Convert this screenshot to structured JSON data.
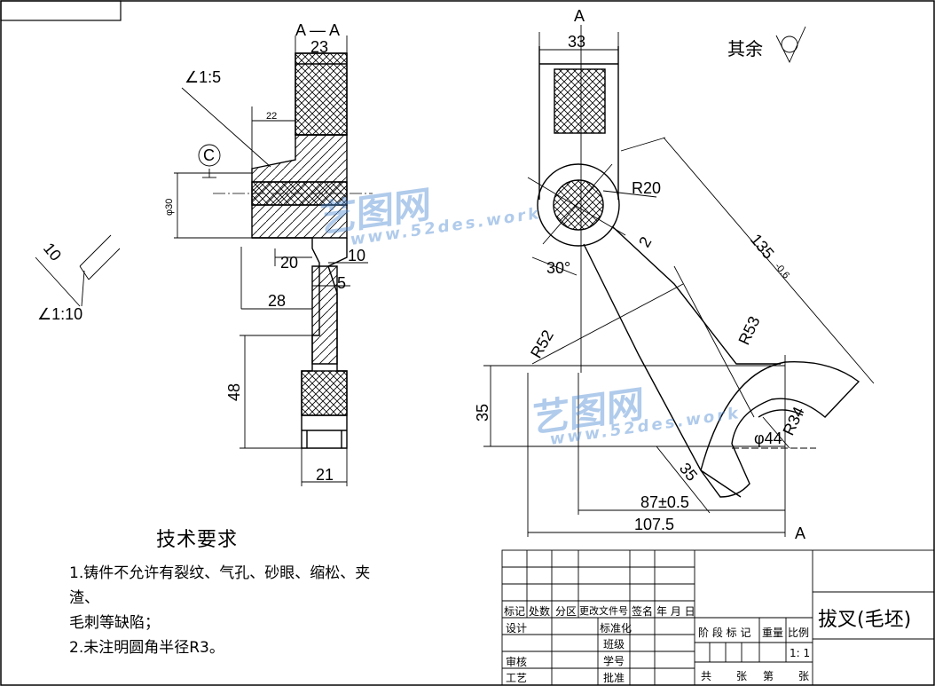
{
  "drawing": {
    "section_label": "A — A",
    "section_mark": "A",
    "section_mark_bottom": "A",
    "surface_note": "其余",
    "datum_label": "C",
    "dims_left": {
      "width_top": "23",
      "taper_top": "∠1:5",
      "len_22": "22",
      "dia_30": "φ30",
      "len_20": "20",
      "len_10": "10",
      "len_5": "5",
      "len_28": "28",
      "len_48": "48",
      "width_bottom": "21",
      "taper_small": "10",
      "taper_bottom": "∠1:10"
    },
    "dims_right": {
      "width_top": "33",
      "r20": "R20",
      "two": "2",
      "angle": "30°",
      "len_135": "135",
      "tol_135": "-0.6",
      "r53": "R53",
      "r52": "R52",
      "h35": "35",
      "r34": "R34",
      "d44": "φ44",
      "w35": "35",
      "len_87": "87±0.5",
      "len_107": "107.5"
    }
  },
  "notes": {
    "title": "技术要求",
    "lines": [
      "1.铸件不允许有裂纹、气孔、砂眼、缩松、夹",
      "渣、",
      "毛刺等缺陷；",
      "2.未注明圆角半径R3。"
    ]
  },
  "title_block": {
    "part_name": "拔叉(毛坯)",
    "header_row": [
      "标记",
      "处数",
      "分区",
      "更改文件号",
      "签名",
      "年 月 日"
    ],
    "design": "设计",
    "standard": "标准化",
    "class": "班级",
    "student_no": "学号",
    "review": "审核",
    "process": "工艺",
    "approve": "批准",
    "stage_mark": "阶 段 标 记",
    "weight": "重量",
    "scale_label": "比例",
    "scale_value": "1: 1",
    "total": "共",
    "sheet": "张",
    "nth": "第",
    "sheet2": "张"
  },
  "watermark": {
    "brand": "艺图网",
    "url": "www.52des.work"
  }
}
